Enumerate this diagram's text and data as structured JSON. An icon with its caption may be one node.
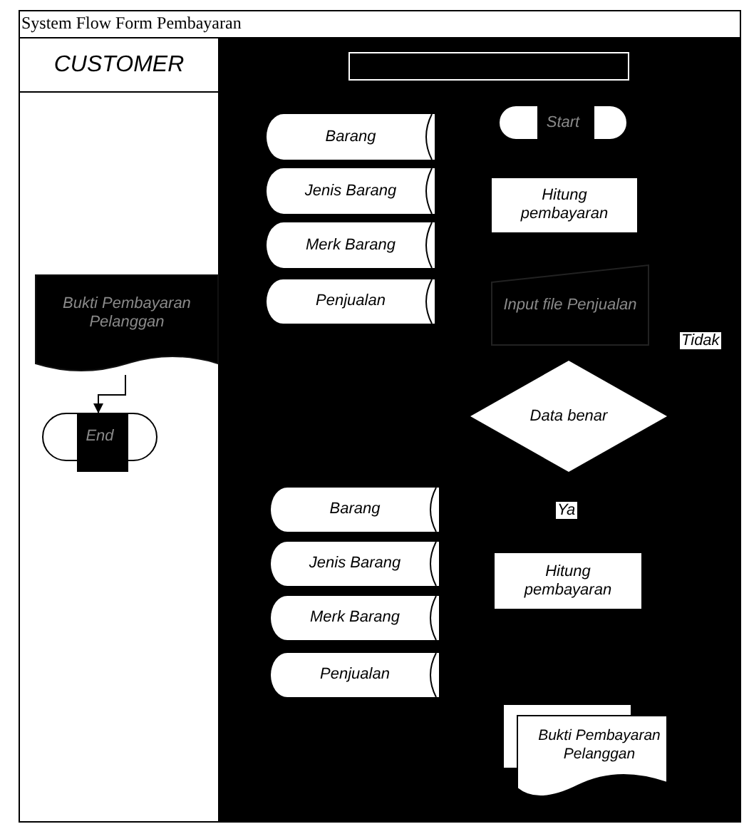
{
  "diagram": {
    "title": "System Flow Form Pembayaran",
    "nodes": [
      {
        "text": [
          "CUSTOMER"
        ]
      },
      {
        "text": [],
        "shape": "box"
      },
      {
        "text": [
          "Start"
        ]
      },
      {
        "text": [
          "Barang"
        ]
      },
      {
        "text": [
          "Jenis Barang"
        ]
      },
      {
        "text": [
          "Hitung pembayaran"
        ]
      },
      {
        "text": [
          "Merk Barang"
        ]
      },
      {
        "text": [
          "Bukti Pembayaran Pelanggan"
        ]
      },
      {
        "text": [
          "Penjualan"
        ]
      },
      {
        "text": [
          "Input file Penjualan"
        ]
      },
      {
        "text": [
          "Data benar"
        ]
      },
      {
        "text": [
          "End"
        ]
      },
      {
        "text": [
          "Barang"
        ]
      },
      {
        "text": [
          "Jenis Barang"
        ]
      },
      {
        "text": [
          "Hitung pembayaran"
        ]
      },
      {
        "text": [
          "Merk Barang"
        ]
      },
      {
        "text": [
          "Penjualan"
        ]
      },
      {
        "text": [
          "Bukti Pembayaran Pelanggan"
        ]
      }
    ],
    "edges": [
      {
        "from": 7,
        "to": 11,
        "arrow": "to"
      }
    ],
    "labels": [
      "Tidak",
      "Ya"
    ]
  }
}
